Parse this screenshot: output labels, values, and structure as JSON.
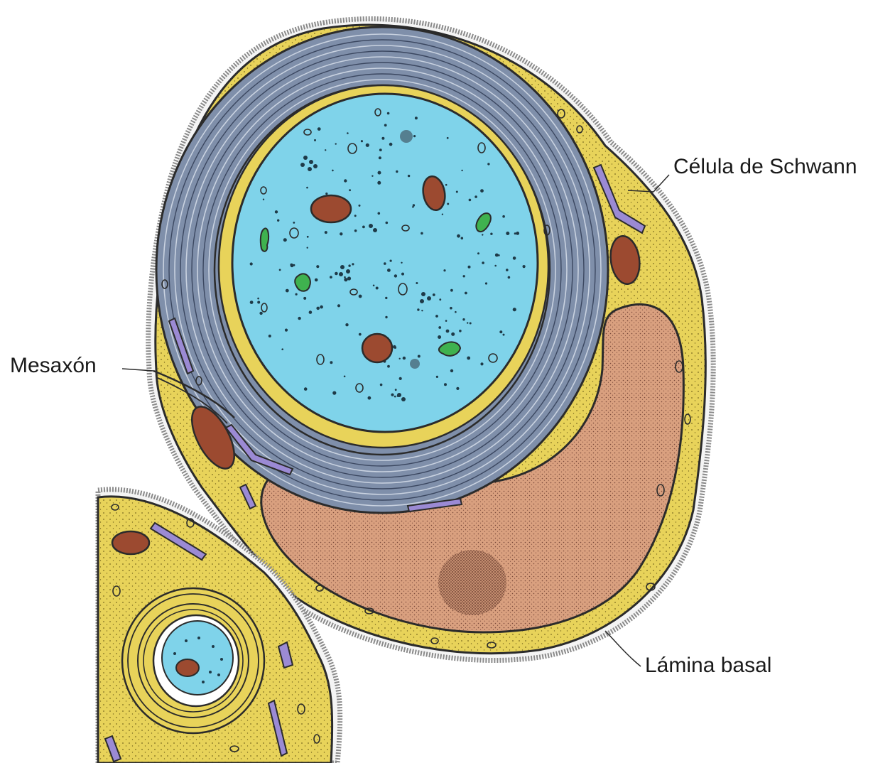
{
  "labels": {
    "schwann_cell": "Célula de Schwann",
    "mesaxon": "Mesaxón",
    "basal_lamina": "Lámina basal"
  },
  "colors": {
    "schwann_cytoplasm": "#e8d35a",
    "axoplasm": "#7fd3ea",
    "myelin": "#7f8faa",
    "nucleus": "#d9a07f",
    "mitochondria": "#9c4a30",
    "er": "#9b8ad4",
    "vesicle_green": "#3fb24f",
    "outline": "#2b2b2b"
  }
}
